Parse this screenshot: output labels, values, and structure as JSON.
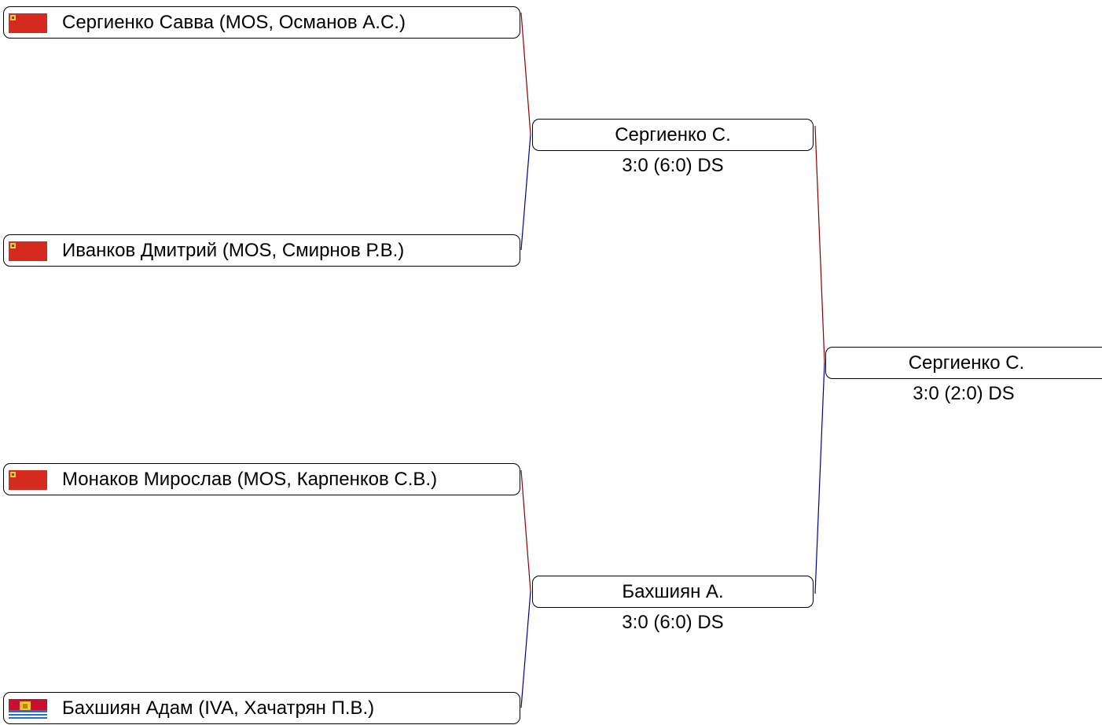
{
  "round1": [
    {
      "name": "Сергиенко Савва (MOS, Османов А.С.)",
      "flag": "moscow-oblast-flag-icon"
    },
    {
      "name": "Иванков Дмитрий (MOS, Смирнов Р.В.)",
      "flag": "moscow-oblast-flag-icon"
    },
    {
      "name": "Монаков Мирослав (MOS, Карпенков С.В.)",
      "flag": "moscow-oblast-flag-icon"
    },
    {
      "name": "Бахшиян Адам (IVA, Хачатрян П.В.)",
      "flag": "ivanovo-oblast-flag-icon"
    }
  ],
  "round2": [
    {
      "name": "Сергиенко С.",
      "score": "3:0 (6:0) DS"
    },
    {
      "name": "Бахшиян А.",
      "score": "3:0 (6:0) DS"
    }
  ],
  "final": {
    "name": "Сергиенко С.",
    "score": "3:0 (2:0) DS"
  },
  "colors": {
    "red_corner_line": "#8b0000",
    "blue_corner_line": "#00008b",
    "moscow_flag_red": "#d52b1e",
    "ivanovo_flag_blue": "#1e6fd9"
  }
}
